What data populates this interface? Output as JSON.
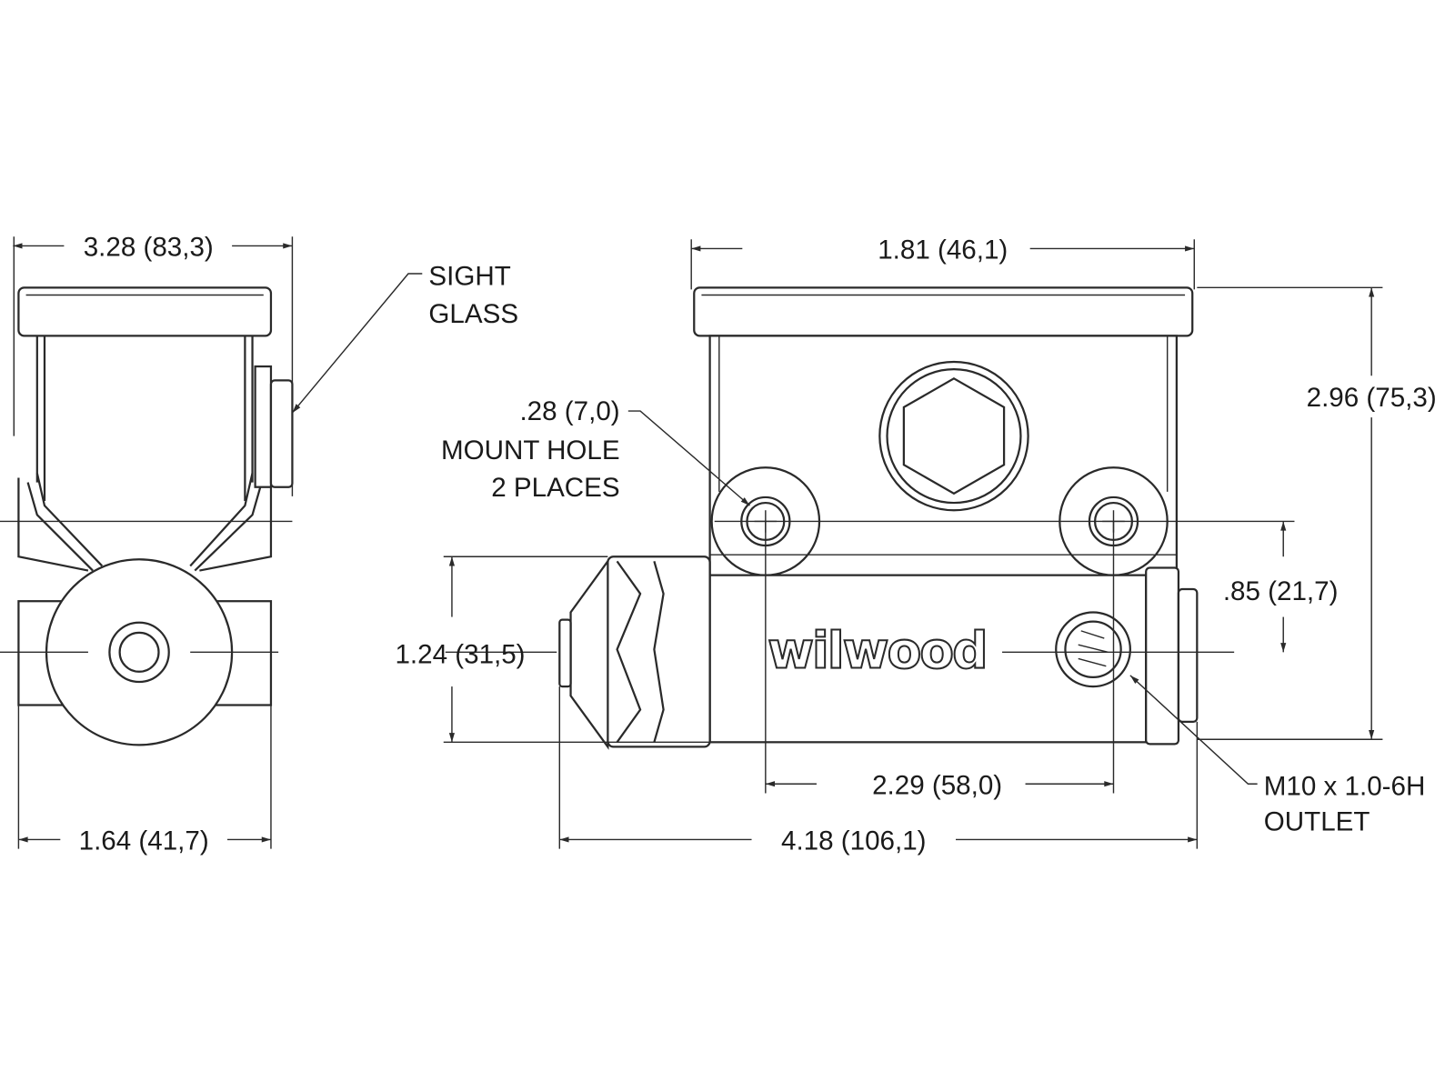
{
  "side_view": {
    "width_top": "3.28 (83,3)",
    "width_bottom": "1.64 (41,7)",
    "sight_glass_line1": "SIGHT",
    "sight_glass_line2": "GLASS"
  },
  "front_view": {
    "reservoir_width": "1.81 (46,1)",
    "overall_height": "2.96 (75,3)",
    "mount_hole_size": ".28 (7,0)",
    "mount_hole_line2": "MOUNT HOLE",
    "mount_hole_line3": "2 PLACES",
    "bore_height": "1.24 (31,5)",
    "hole_to_center": ".85 (21,7)",
    "hole_spacing": "2.29 (58,0)",
    "overall_length": "4.18 (106,1)",
    "outlet_line1": "M10 x 1.0-6H",
    "outlet_line2": "OUTLET",
    "logo": "wilwood"
  }
}
